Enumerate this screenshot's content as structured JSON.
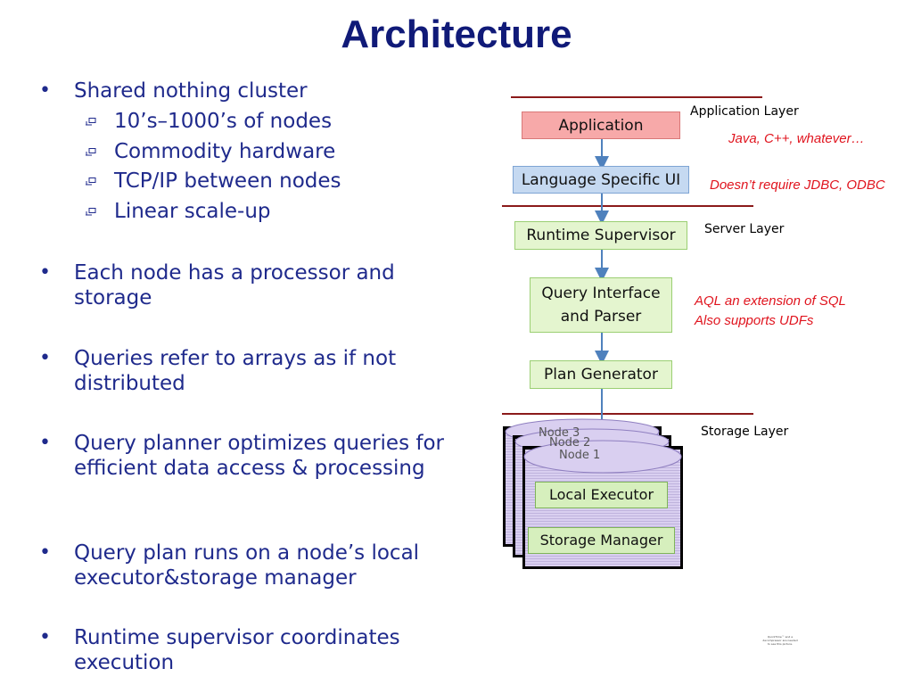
{
  "slide": {
    "title": "Architecture",
    "bullets": [
      {
        "text": "Shared nothing cluster",
        "subitems": [
          "10’s–1000’s of nodes",
          "Commodity hardware",
          "TCP/IP between nodes",
          "Linear scale-up"
        ]
      },
      {
        "text": "Each node has a processor and storage"
      },
      {
        "text": "Queries refer to arrays as if not distributed"
      },
      {
        "text": "Query planner optimizes queries for efficient data access & processing"
      },
      {
        "text": "Query plan runs on a node’s local executor&storage manager"
      },
      {
        "text": "Runtime supervisor coordinates execution"
      }
    ]
  },
  "diagram": {
    "layers": {
      "application": "Application Layer",
      "server": "Server Layer",
      "storage": "Storage Layer"
    },
    "boxes": {
      "application": "Application",
      "language_ui": "Language Specific UI",
      "runtime_supervisor": "Runtime Supervisor",
      "query_interface_line1": "Query Interface",
      "query_interface_line2": "and Parser",
      "plan_generator": "Plan Generator",
      "local_executor": "Local Executor",
      "storage_manager": "Storage Manager"
    },
    "nodes": [
      "Node 3",
      "Node 2",
      "Node 1"
    ],
    "notes": {
      "languages": "Java, C++, whatever…",
      "jdbc": "Doesn’t require JDBC, ODBC",
      "aql_line1": "AQL an extension of SQL",
      "aql_line2": "Also supports UDFs"
    },
    "colors": {
      "application_fill": "#f7a9a9",
      "ui_fill": "#c5d9f1",
      "server_fill": "#e4f5cf",
      "node_fill": "#d9cff0",
      "arrow": "#4f81bd",
      "note_red": "#e0141e"
    }
  },
  "tiny_text": "QuickTime™ and a decompressor are needed to see this picture."
}
